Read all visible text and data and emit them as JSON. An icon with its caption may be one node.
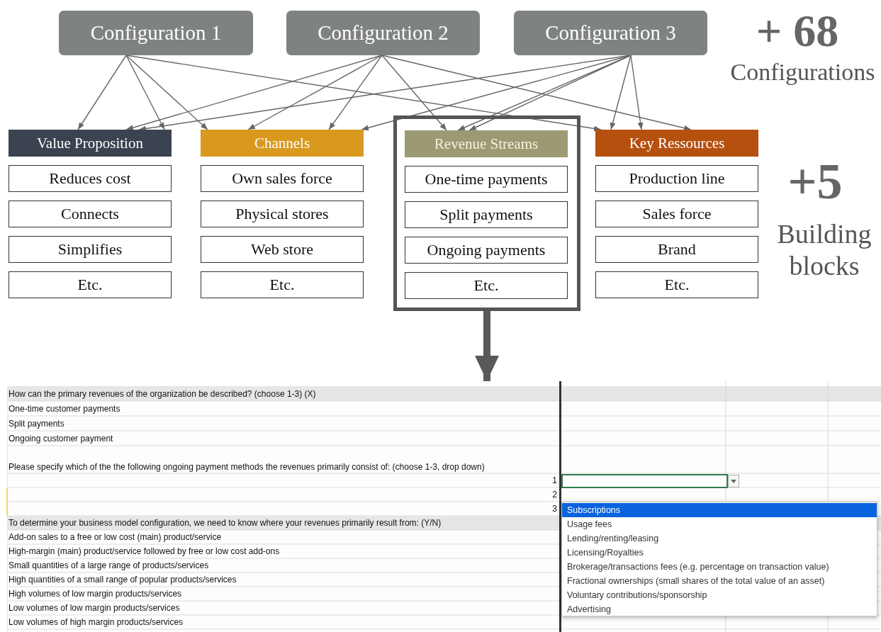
{
  "diagram": {
    "nodes": [
      {
        "text": [
          "Configuration 1"
        ]
      },
      {
        "text": [
          "Configuration 2"
        ]
      },
      {
        "text": [
          "Configuration 3"
        ]
      },
      {
        "text": [
          "Value Proposition"
        ]
      },
      {
        "text": [
          "Reduces cost"
        ]
      },
      {
        "text": [
          "Connects"
        ]
      },
      {
        "text": [
          "Simplifies"
        ]
      },
      {
        "text": [
          "Etc."
        ]
      },
      {
        "text": [
          "Channels"
        ]
      },
      {
        "text": [
          "Own sales force"
        ]
      },
      {
        "text": [
          "Physical stores"
        ]
      },
      {
        "text": [
          "Web store"
        ]
      },
      {
        "text": [
          "Etc."
        ]
      },
      {
        "text": [],
        "shape": "box"
      },
      {
        "text": [
          "Revenue Streams"
        ],
        "in": 13
      },
      {
        "text": [
          "One-time payments"
        ],
        "in": 13
      },
      {
        "text": [
          "Split payments"
        ],
        "in": 13
      },
      {
        "text": [
          "Ongoing payments"
        ],
        "in": 13
      },
      {
        "text": [
          "Etc."
        ],
        "in": 13
      },
      {
        "text": [
          "Key Ressources"
        ]
      },
      {
        "text": [
          "Production line"
        ]
      },
      {
        "text": [
          "Sales force"
        ]
      },
      {
        "text": [
          "Brand"
        ]
      },
      {
        "text": [
          "Etc."
        ]
      },
      {
        "text": [],
        "shape": "box"
      }
    ],
    "edges": [
      {
        "from": 0,
        "to": 3,
        "arrow": "to"
      },
      {
        "from": 0,
        "to": 3,
        "arrow": "to"
      },
      {
        "from": 0,
        "to": 8,
        "arrow": "to"
      },
      {
        "from": 0,
        "to": 19,
        "arrow": "to"
      },
      {
        "from": 1,
        "to": 3,
        "arrow": "to"
      },
      {
        "from": 1,
        "to": 8,
        "arrow": "to"
      },
      {
        "from": 1,
        "to": 8,
        "arrow": "to"
      },
      {
        "from": 1,
        "to": 14,
        "arrow": "to"
      },
      {
        "from": 1,
        "to": 19,
        "arrow": "to"
      },
      {
        "from": 2,
        "to": 3,
        "arrow": "to"
      },
      {
        "from": 2,
        "to": 8,
        "arrow": "to"
      },
      {
        "from": 2,
        "to": 14,
        "arrow": "to"
      },
      {
        "from": 2,
        "to": 14,
        "arrow": "to"
      },
      {
        "from": 2,
        "to": 19,
        "arrow": "to"
      },
      {
        "from": 2,
        "to": 19,
        "arrow": "to"
      },
      {
        "from": 13,
        "to": 24,
        "arrow": "to",
        "style": "thick",
        "color": "#595959"
      }
    ],
    "labels": [
      "+ 68",
      "Configurations",
      "+5",
      "Building blocks",
      "How can the primary revenues of the organization be described? (choose 1-3) (X)",
      "One-time customer payments",
      "Split payments",
      "Ongoing customer payment",
      "Please specify which of the the following ongoing payment methods the revenues primarily consist of: (choose 1-3, drop down)",
      "1",
      "2",
      "3",
      "To determine your business model configuration, we need to know where your revenues primarily result from: (Y/N)",
      "Add-on sales to a free or low cost (main) product/service",
      "High-margin (main) product/service followed by free or low cost add-ons",
      "Small quantities of a large range of products/services",
      "High quantities of a small range of popular products/services",
      "High volumes of low margin products/services",
      "Low volumes of low margin products/services",
      "Low volumes of high margin products/services",
      "Subscriptions",
      "Usage fees",
      "Lending/renting/leasing",
      "Licensing/Royalties",
      "Brokerage/transactions fees (e.g. percentage on transaction value)",
      "Fractional ownerships (small shares of the total value of an asset)",
      "Voluntary contributions/sponsorship",
      "Advertising"
    ]
  }
}
